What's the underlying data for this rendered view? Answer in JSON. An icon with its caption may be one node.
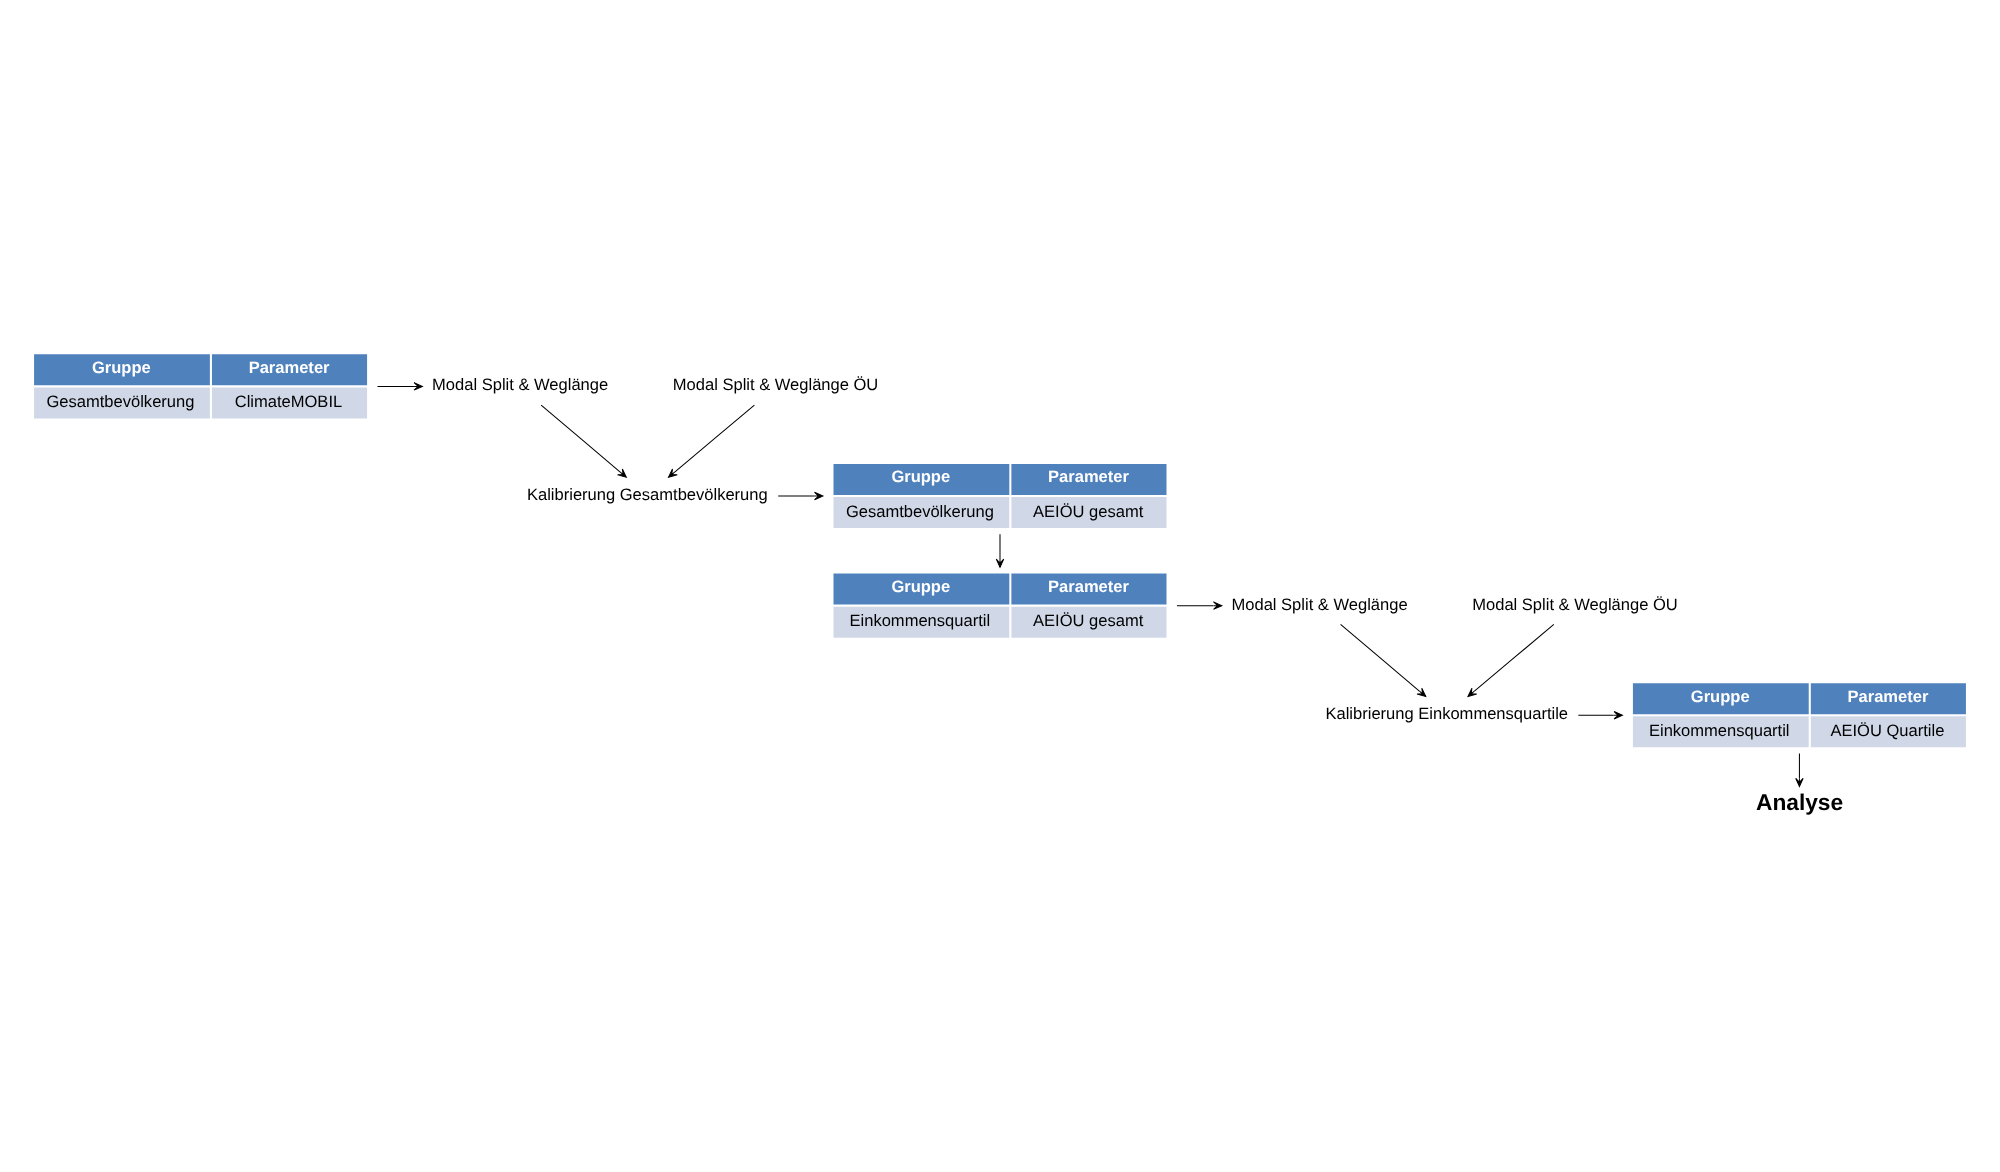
{
  "diagram": {
    "nodes": [
      {
        "text": [
          "Gruppe",
          "Parameter",
          "Gesamtbevölkerung",
          "ClimateMOBIL"
        ]
      },
      {
        "text": [
          "Modal Split & Weglänge"
        ]
      },
      {
        "text": [
          "Modal Split & Weglänge ÖU"
        ]
      },
      {
        "text": [
          "Gruppe",
          "Parameter",
          "Gesamtbevölkerung",
          "AEIÖU gesamt"
        ]
      },
      {
        "text": [
          "Kalibrierung Gesamtbevölkerung"
        ]
      },
      {
        "text": [
          "Gruppe",
          "Parameter",
          "Einkommensquartil",
          "AEIÖU gesamt"
        ]
      },
      {
        "text": [
          "Modal Split & Weglänge"
        ]
      },
      {
        "text": [
          "Modal Split & Weglänge ÖU"
        ]
      },
      {
        "text": [
          "Gruppe",
          "Parameter",
          "Einkommensquartil",
          "AEIÖU Quartile"
        ]
      },
      {
        "text": [
          "Kalibrierung Einkommensquartile"
        ]
      },
      {
        "text": [
          "Analyse"
        ]
      }
    ],
    "edges": [
      {
        "from": 0,
        "to": 1,
        "arrow": "to"
      },
      {
        "from": 1,
        "to": 4,
        "arrow": "to"
      },
      {
        "from": 2,
        "to": 4,
        "arrow": "to"
      },
      {
        "from": 4,
        "to": 3,
        "arrow": "to"
      },
      {
        "from": 3,
        "to": 5,
        "arrow": "to"
      },
      {
        "from": 5,
        "to": 6,
        "arrow": "to"
      },
      {
        "from": 6,
        "to": 9,
        "arrow": "to"
      },
      {
        "from": 7,
        "to": 9,
        "arrow": "to"
      },
      {
        "from": 9,
        "to": 8,
        "arrow": "to"
      },
      {
        "from": 8,
        "to": 10,
        "arrow": "to"
      }
    ]
  }
}
